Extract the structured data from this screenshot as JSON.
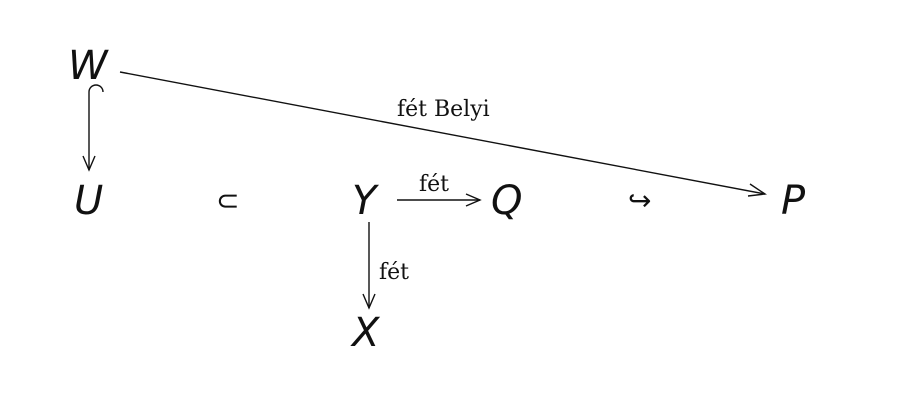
{
  "diagram": {
    "nodes": {
      "W": "W",
      "U": "U",
      "Y": "Y",
      "Q": "Q",
      "P": "P",
      "X": "X"
    },
    "edge_labels": {
      "w_to_p": "fét Belyi",
      "y_to_q": "fét",
      "y_to_x": "fét"
    },
    "relations": {
      "subset": "⊂",
      "embedding": "↪"
    }
  }
}
